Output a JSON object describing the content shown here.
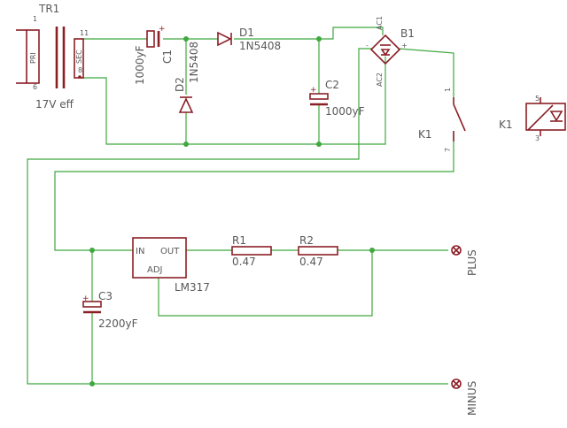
{
  "transformer": {
    "name": "TR1",
    "value": "17V eff",
    "primary_label": "PRI",
    "secondary_label": "SEC",
    "pins": [
      "1",
      "6",
      "11",
      "8"
    ]
  },
  "c1": {
    "name": "C1",
    "value": "1000yF"
  },
  "c2": {
    "name": "C2",
    "value": "1000yF"
  },
  "c3": {
    "name": "C3",
    "value": "2200yF"
  },
  "d1": {
    "name": "D1",
    "value": "1N5408"
  },
  "d2": {
    "name": "D2",
    "value": "1N5408"
  },
  "bridge": {
    "name": "B1",
    "pin_ac1": "AC1",
    "pin_ac2": "AC2",
    "pin_minus": "-",
    "pin_plus": "+"
  },
  "relay_switch": {
    "name": "K1",
    "pin_top": "1",
    "pin_bottom": "7"
  },
  "relay_coil": {
    "name": "K1",
    "pin_top": "5",
    "pin_bottom": "3"
  },
  "regulator": {
    "name": "LM317",
    "pin_in": "IN",
    "pin_out": "OUT",
    "pin_adj": "ADJ"
  },
  "r1": {
    "name": "R1",
    "value": "0.47"
  },
  "r2": {
    "name": "R2",
    "value": "0.47"
  },
  "terminals": {
    "plus": "PLUS",
    "minus": "MINUS"
  },
  "polarity": {
    "plus": "+",
    "minus": "-"
  }
}
